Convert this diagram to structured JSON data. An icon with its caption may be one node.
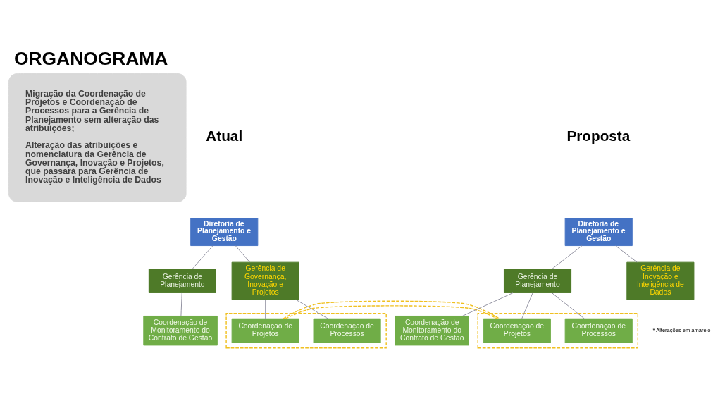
{
  "diagram": {
    "title": "ORGANOGRAMA",
    "nodes": [
      {
        "text": [
          "Migração da Coordenação de Projetos e Coordenação de Processos para a Gerência de Planejamento sem alteração das atribuições;",
          "Alteração das atribuições e nomenclatura da Gerência de Governança, Inovação e Projetos, que passará para Gerência de Inovação e Inteligência de Dados"
        ]
      },
      {
        "text": [
          "Diretoria de Planejamento e Gestão"
        ]
      },
      {
        "text": [
          "Gerência de Planejamento"
        ]
      },
      {
        "text": [
          "Coordenação de Monitoramento do Contrato de Gestão"
        ]
      },
      {
        "text": [
          "Gerência de Governança, Inovação e Projetos"
        ]
      },
      {
        "text": [],
        "shape": "box"
      },
      {
        "text": [
          "Coordenação de Projetos"
        ],
        "in": 5
      },
      {
        "text": [
          "Coordenação de Processos"
        ],
        "in": 5
      },
      {
        "text": [
          "Diretoria de Planejamento e Gestão"
        ]
      },
      {
        "text": [
          "Gerência de Planejamento"
        ]
      },
      {
        "text": [
          "Coordenação de Monitoramento do Contrato de Gestão"
        ]
      },
      {
        "text": [],
        "shape": "box"
      },
      {
        "text": [
          "Coordenação de Projetos"
        ],
        "in": 11
      },
      {
        "text": [
          "Coordenação de Processos"
        ],
        "in": 11
      },
      {
        "text": [
          "Gerência de Inovação e Inteligência de Dados"
        ]
      }
    ],
    "edges": [
      {
        "from": 1,
        "to": 2,
        "arrow": "none"
      },
      {
        "from": 2,
        "to": 3,
        "arrow": "none"
      },
      {
        "from": 1,
        "to": 4,
        "arrow": "none"
      },
      {
        "from": 4,
        "to": 6,
        "arrow": "none"
      },
      {
        "from": 4,
        "to": 7,
        "arrow": "none"
      },
      {
        "from": 8,
        "to": 9,
        "arrow": "none"
      },
      {
        "from": 9,
        "to": 10,
        "arrow": "none"
      },
      {
        "from": 9,
        "to": 12,
        "arrow": "none"
      },
      {
        "from": 9,
        "to": 13,
        "arrow": "none"
      },
      {
        "from": 8,
        "to": 14,
        "arrow": "none"
      },
      {
        "from": 5,
        "to": 11,
        "arrow": "none",
        "style": "dashed",
        "color": "#f0c020"
      }
    ],
    "labels": [
      "Atual",
      "Proposta",
      "* Alterações em amarelo"
    ]
  }
}
